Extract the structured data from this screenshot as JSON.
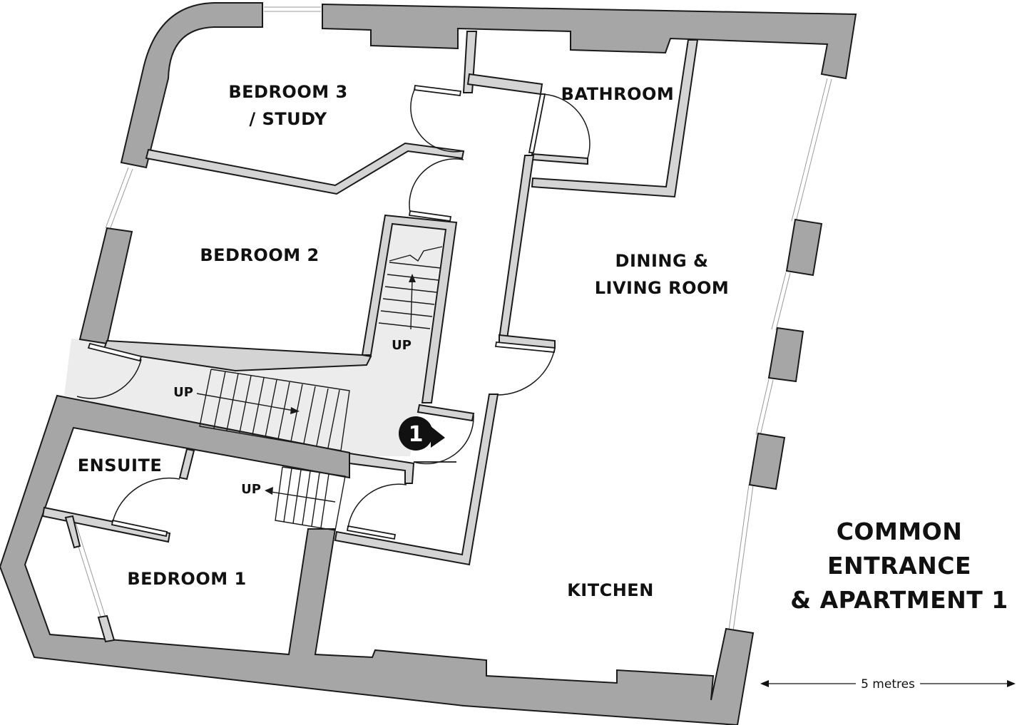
{
  "plan_title": [
    "COMMON",
    "ENTRANCE",
    "& APARTMENT 1"
  ],
  "rooms": {
    "bedroom3": [
      "BEDROOM 3",
      "/ STUDY"
    ],
    "bathroom": "BATHROOM",
    "bedroom2": "BEDROOM 2",
    "dining": [
      "DINING &",
      "LIVING ROOM"
    ],
    "ensuite": "ENSUITE",
    "bedroom1": "BEDROOM 1",
    "kitchen": "KITCHEN"
  },
  "stairs": {
    "up_label_top": "UP",
    "up_label_main": "UP",
    "up_label_lower": "UP"
  },
  "marker": "1",
  "scale_bar": "5 metres",
  "colors": {
    "wall": "#a6a6a6",
    "partition": "#d4d4d4",
    "hall": "#ececec",
    "ink": "#111111"
  }
}
